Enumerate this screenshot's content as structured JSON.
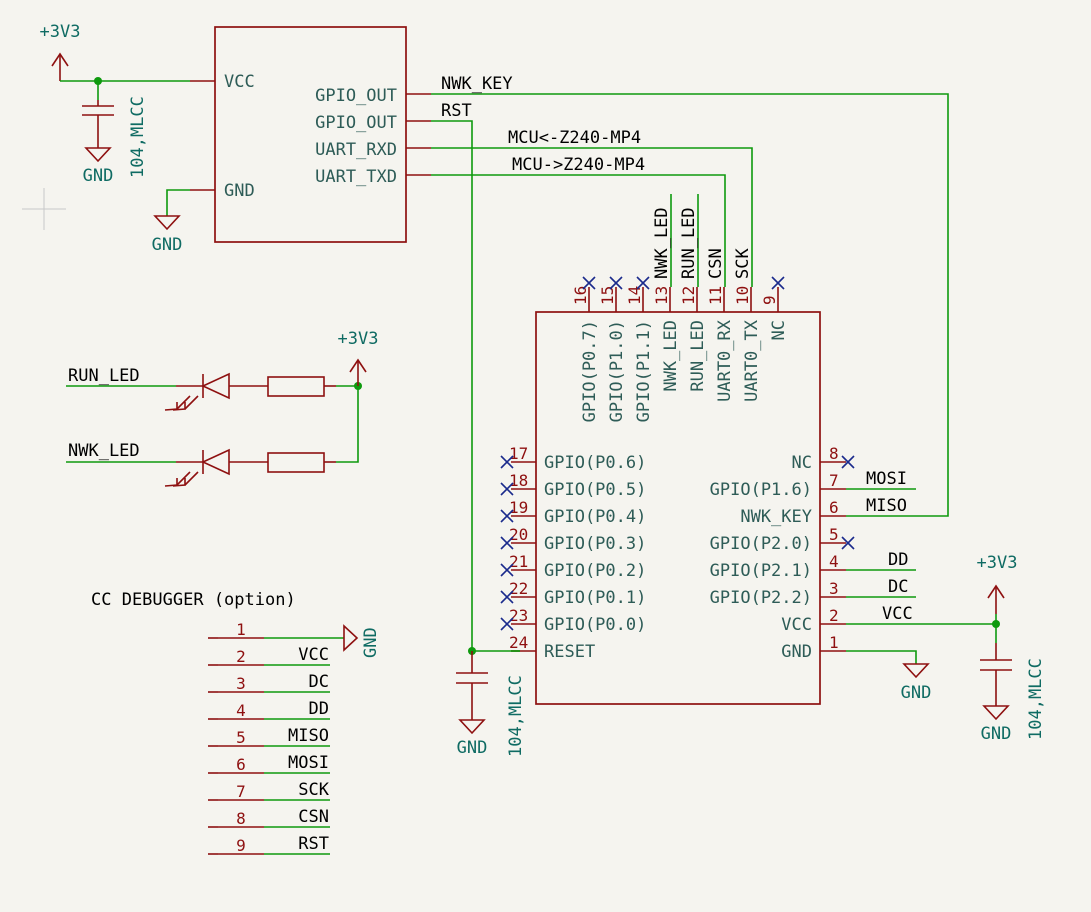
{
  "left_module": {
    "vcc": "VCC",
    "gnd": "GND",
    "gpio_out_1": "GPIO_OUT",
    "gpio_out_2": "GPIO_OUT",
    "uart_rxd": "UART_RXD",
    "uart_txd": "UART_TXD"
  },
  "nets": {
    "nwk_key": "NWK_KEY",
    "rst": "RST",
    "mcu_rx": "MCU<-Z240-MP4",
    "mcu_tx": "MCU->Z240-MP4",
    "run_led": "RUN_LED",
    "nwk_led": "NWK_LED",
    "csn": "CSN",
    "sck": "SCK",
    "mosi": "MOSI",
    "miso": "MISO",
    "dd": "DD",
    "dc": "DC",
    "vcc": "VCC"
  },
  "power": {
    "v33": "+3V3",
    "gnd": "GND"
  },
  "capacitor_value": "104,MLCC",
  "module": {
    "top_pins": [
      {
        "num": "16",
        "name": "GPIO(P0.7)",
        "nc": true
      },
      {
        "num": "15",
        "name": "GPIO(P1.0)",
        "nc": true
      },
      {
        "num": "14",
        "name": "GPIO(P1.1)",
        "nc": true
      },
      {
        "num": "13",
        "name": "NWK_LED",
        "nc": false
      },
      {
        "num": "12",
        "name": "RUN_LED",
        "nc": false
      },
      {
        "num": "11",
        "name": "UART0_RX",
        "nc": false
      },
      {
        "num": "10",
        "name": "UART0_TX",
        "nc": false
      },
      {
        "num": "9",
        "name": "NC",
        "nc": true
      }
    ],
    "left_pins": [
      {
        "num": "17",
        "name": "GPIO(P0.6)",
        "nc": true
      },
      {
        "num": "18",
        "name": "GPIO(P0.5)",
        "nc": true
      },
      {
        "num": "19",
        "name": "GPIO(P0.4)",
        "nc": true
      },
      {
        "num": "20",
        "name": "GPIO(P0.3)",
        "nc": true
      },
      {
        "num": "21",
        "name": "GPIO(P0.2)",
        "nc": true
      },
      {
        "num": "22",
        "name": "GPIO(P0.1)",
        "nc": true
      },
      {
        "num": "23",
        "name": "GPIO(P0.0)",
        "nc": true
      },
      {
        "num": "24",
        "name": "RESET",
        "nc": false
      }
    ],
    "right_pins": [
      {
        "num": "8",
        "name": "NC",
        "nc": true
      },
      {
        "num": "7",
        "name": "GPIO(P1.6)",
        "nc": false
      },
      {
        "num": "6",
        "name": "NWK_KEY",
        "nc": false
      },
      {
        "num": "5",
        "name": "GPIO(P2.0)",
        "nc": true
      },
      {
        "num": "4",
        "name": "GPIO(P2.1)",
        "nc": false
      },
      {
        "num": "3",
        "name": "GPIO(P2.2)",
        "nc": false
      },
      {
        "num": "2",
        "name": "VCC",
        "nc": false
      },
      {
        "num": "1",
        "name": "GND",
        "nc": false
      }
    ]
  },
  "debugger": {
    "title": "CC DEBUGGER (option)",
    "pins": [
      {
        "num": "1",
        "label": "GND"
      },
      {
        "num": "2",
        "label": "VCC"
      },
      {
        "num": "3",
        "label": "DC"
      },
      {
        "num": "4",
        "label": "DD"
      },
      {
        "num": "5",
        "label": "MISO"
      },
      {
        "num": "6",
        "label": "MOSI"
      },
      {
        "num": "7",
        "label": "SCK"
      },
      {
        "num": "8",
        "label": "CSN"
      },
      {
        "num": "9",
        "label": "RST"
      }
    ]
  }
}
